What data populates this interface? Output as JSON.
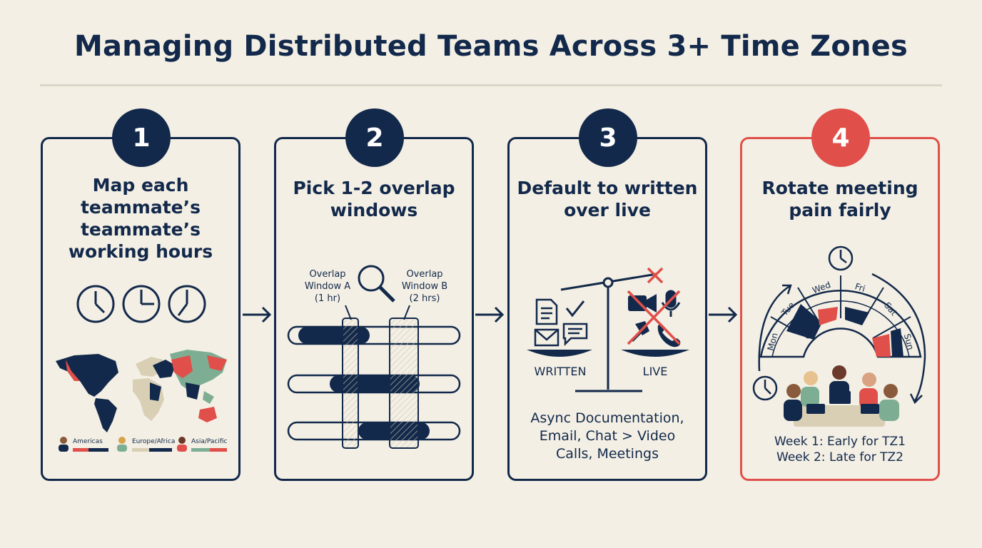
{
  "title": "Managing Distributed Teams Across 3+ Time Zones",
  "colors": {
    "navy": "#13294b",
    "accent_red": "#e04f4a",
    "background": "#f3efe4"
  },
  "steps": [
    {
      "number": "1",
      "title_lines": [
        "Map each",
        "teammate’s",
        "teammate’s",
        "working hours"
      ],
      "legend": [
        "Americas",
        "Europe/Africa",
        "Asia/Pacific"
      ]
    },
    {
      "number": "2",
      "title_lines": [
        "Pick 1-2 overlap",
        "windows"
      ],
      "overlap_a": [
        "Overlap",
        "Window A",
        "(1 hr)"
      ],
      "overlap_b": [
        "Overlap",
        "Window B",
        "(2 hrs)"
      ]
    },
    {
      "number": "3",
      "title_lines": [
        "Default to written",
        "over live"
      ],
      "scale_left": "WRITTEN",
      "scale_right": "LIVE",
      "body_lines": [
        "Async Documentation,",
        "Email, Chat > Video",
        "Calls, Meetings"
      ]
    },
    {
      "number": "4",
      "title_lines": [
        "Rotate meeting",
        "pain fairly"
      ],
      "days": [
        "Mon",
        "Tue",
        "Wed",
        "Fri",
        "Sat",
        "Sun"
      ],
      "body_lines": [
        "Week 1: Early for TZ1",
        "Week 2: Late for TZ2"
      ]
    }
  ]
}
